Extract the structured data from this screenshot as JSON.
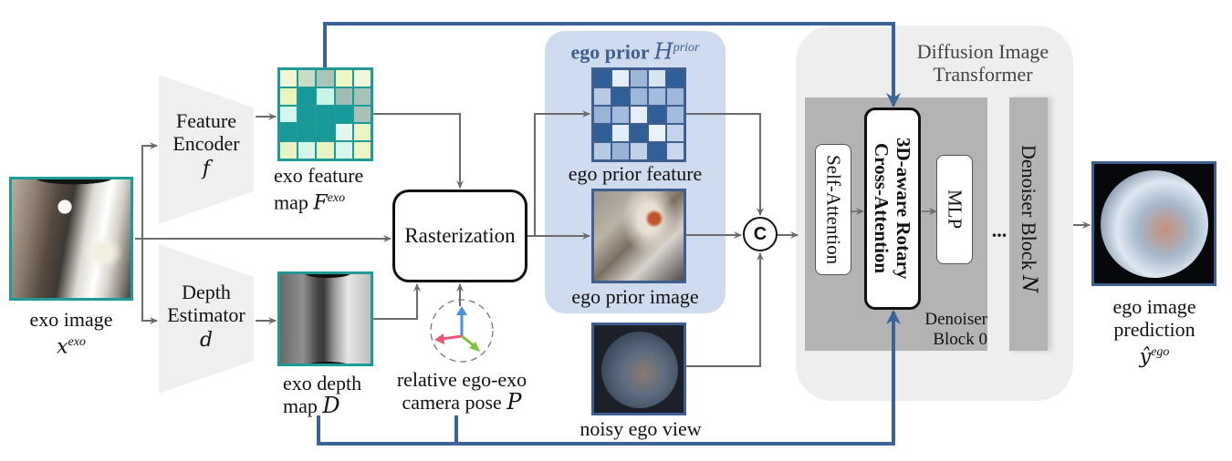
{
  "inputs": {
    "exo_image": {
      "label": "exo image",
      "symbol": "x",
      "sup": "exo"
    }
  },
  "modules": {
    "feature_encoder": {
      "line1": "Feature",
      "line2": "Encoder",
      "symbol": "f"
    },
    "depth_estimator": {
      "line1": "Depth",
      "line2": "Estimator",
      "symbol": "d"
    },
    "rasterization": {
      "label": "Rasterization"
    },
    "concat": {
      "label": "C"
    }
  },
  "intermediates": {
    "exo_feature_map": {
      "line1": "exo feature",
      "line2": "map",
      "symbol": "F",
      "sup": "exo"
    },
    "exo_depth_map": {
      "line1": "exo depth",
      "line2": "map",
      "symbol": "D"
    },
    "camera_pose": {
      "line1": "relative ego-exo",
      "line2": "camera pose",
      "symbol": "P"
    },
    "noisy_ego_view": {
      "label": "noisy ego view"
    }
  },
  "ego_prior": {
    "title": "ego prior",
    "symbol": "H",
    "sup": "prior",
    "feature_label": "ego prior feature",
    "image_label": "ego prior image"
  },
  "dit": {
    "title_line1": "Diffusion Image",
    "title_line2": "Transformer",
    "self_attention": "Self-Attention",
    "cross_attention_line1": "3D-aware Rotary",
    "cross_attention_line2": "Cross-Attention",
    "mlp": "MLP",
    "block0_line1": "Denoiser",
    "block0_line2": "Block 0",
    "ellipsis": "...",
    "blockN_label": "Denoiser Block",
    "blockN_symbol": "N"
  },
  "output": {
    "line1": "ego image",
    "line2": "prediction",
    "symbol": "ŷ",
    "sup": "ego"
  },
  "colors": {
    "teal_border": "#1f9a96",
    "blue_border": "#3e5f8f",
    "wire": "#6b6b6b",
    "skip_wire": "#3b6399",
    "ego_panel": "#cfdcef",
    "dit_panel": "#eeeeee",
    "block": "#b3b3b3",
    "axis_x": "#e8587a",
    "axis_y": "#4a8fe0",
    "axis_z": "#7cc23a"
  },
  "exo_feature_grid": [
    [
      "#eef6d2",
      "#c9dcc6",
      "#a9c4b9",
      "#eef6c6",
      "#f2f7dc"
    ],
    [
      "#e8f5bd",
      "#17999a",
      "#c9f5e8",
      "#9fbcb2",
      "#a7c2b6"
    ],
    [
      "#d3f8ec",
      "#17999a",
      "#17999a",
      "#17999a",
      "#a7c2b6"
    ],
    [
      "#17999a",
      "#17999a",
      "#17999a",
      "#e5f6ee",
      "#eaf4c6"
    ],
    [
      "#e8f3c3",
      "#d3f6e8",
      "#e8f3c3",
      "#d7f5ea",
      "#eef4c3"
    ]
  ],
  "ego_feature_grid": [
    [
      "#2f5f96",
      "#e4edf8",
      "#9db7d8",
      "#d7e4f4",
      "#2f5f96"
    ],
    [
      "#b6cbe6",
      "#2f5f96",
      "#9db7d8",
      "#a3bcdd",
      "#9fb8da"
    ],
    [
      "#98b3d6",
      "#a3bcdd",
      "#e6eef9",
      "#2f5f96",
      "#a3bcdd"
    ],
    [
      "#2f5f96",
      "#e2ecf9",
      "#2f5f96",
      "#eaf1fb",
      "#c4d4ea"
    ],
    [
      "#b6cbe6",
      "#98b3d6",
      "#c0d2ea",
      "#2f5f96",
      "#c7d7ec"
    ]
  ]
}
